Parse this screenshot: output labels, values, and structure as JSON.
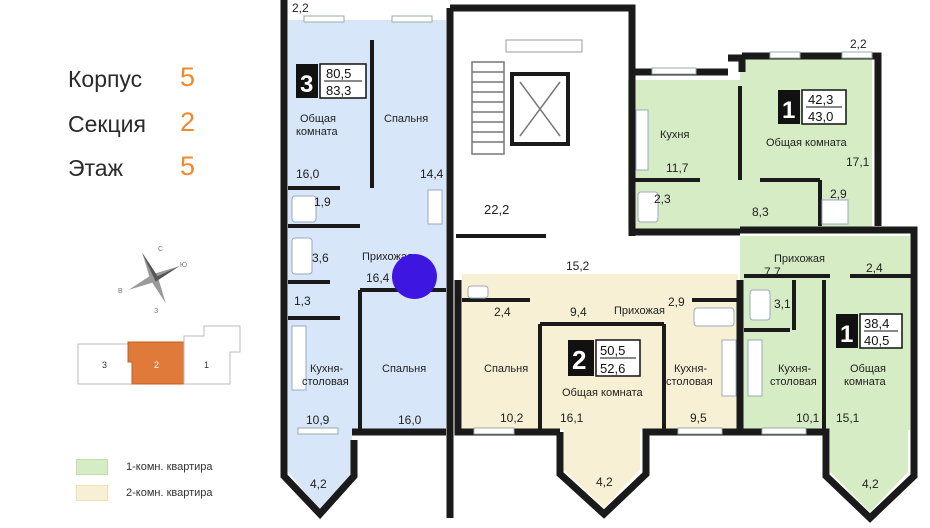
{
  "info": {
    "building_label": "Корпус",
    "building_value": "5",
    "section_label": "Секция",
    "section_value": "2",
    "floor_label": "Этаж",
    "floor_value": "5"
  },
  "compass": {
    "n": "С",
    "s": "Ю",
    "w": "З",
    "e": "В"
  },
  "key_plan": {
    "sections": [
      "3",
      "2",
      "1"
    ]
  },
  "legend": {
    "one_room": "1-комн. квартира",
    "two_room": "2-комн. квартира"
  },
  "colors": {
    "one_room": "#d6ecc4",
    "two_room": "#f7f0d4",
    "three_room": "#d7e6f8",
    "walls": "#1a1a1a",
    "accent": "#f08a2a",
    "marker": "#3d16e0"
  },
  "apt3": {
    "rooms": "3",
    "area1": "80,5",
    "area2": "83,3",
    "living": "Общая\nкомната",
    "living_area": "16,0",
    "bedroom1": "Спальня",
    "bedroom1_area": "14,4",
    "bath1_area": "1,9",
    "bath2_area": "3,6",
    "wc_area": "1,3",
    "hall": "Прихожая",
    "hall_area": "16,4",
    "kitchen": "Кухня-\nстоловая",
    "kitchen_area": "10,9",
    "bedroom2": "Спальня",
    "bedroom2_area": "16,0",
    "balcony_top": "2,2",
    "balcony_bottom": "4,2"
  },
  "core": {
    "stair_area": "22,2",
    "corridor_area": "15,2"
  },
  "apt1_top": {
    "rooms": "1",
    "area1": "42,3",
    "area2": "43,0",
    "kitchen": "Кухня",
    "kitchen_area": "11,7",
    "living": "Общая комната",
    "living_area": "17,1",
    "bath_small": "2,3",
    "hall_area": "8,3",
    "bath_area": "2,9",
    "balcony": "2,2"
  },
  "apt2": {
    "rooms": "2",
    "area1": "50,5",
    "area2": "52,6",
    "bath1_area": "2,4",
    "hall_area": "9,4",
    "hall": "Прихожая",
    "bath2_area": "2,9",
    "bedroom": "Спальня",
    "bedroom_area": "10,2",
    "living": "Общая комната",
    "living_area": "16,1",
    "kitchen": "Кухня-\nстоловая",
    "kitchen_area": "9,5",
    "balcony": "4,2"
  },
  "apt1_bottom": {
    "rooms": "1",
    "area1": "38,4",
    "area2": "40,5",
    "hall": "Прихожая",
    "hall_area": "7,7",
    "small_area": "2,4",
    "bath_area": "3,1",
    "kitchen": "Кухня-\nстоловая",
    "kitchen_area": "10,1",
    "living": "Общая\nкомната",
    "living_area": "15,1",
    "balcony": "4,2"
  }
}
